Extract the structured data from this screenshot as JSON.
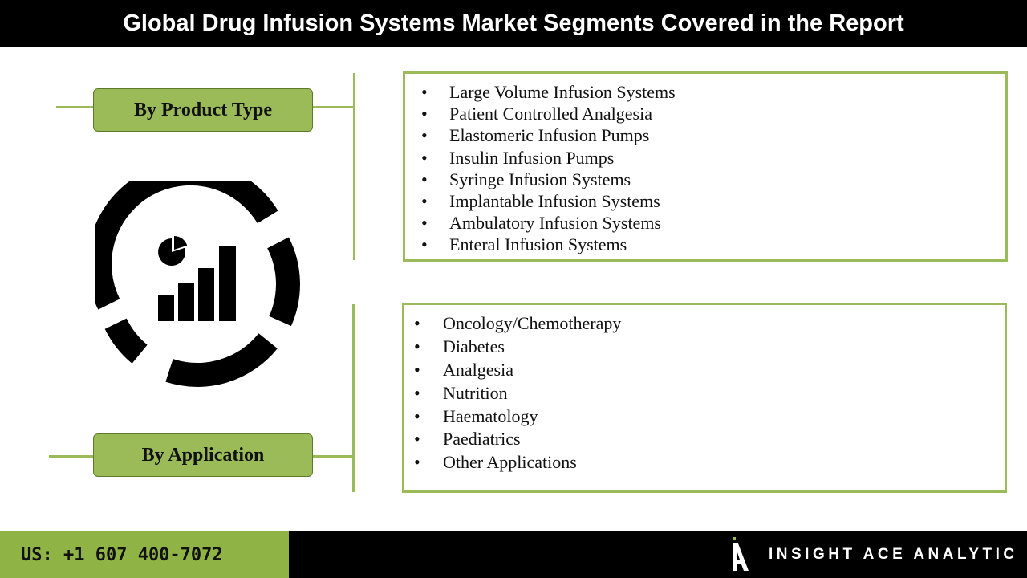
{
  "title": "Global Drug Infusion Systems Market Segments Covered in the Report",
  "segments": [
    {
      "label": "By Product Type",
      "items": [
        "Large Volume Infusion Systems",
        "Patient Controlled Analgesia",
        "Elastomeric Infusion Pumps",
        "Insulin Infusion Pumps",
        "Syringe Infusion Systems",
        "Implantable Infusion Systems",
        "Ambulatory Infusion Systems",
        "Enteral Infusion Systems"
      ]
    },
    {
      "label": "By Application",
      "items": [
        "Oncology/Chemotherapy",
        "Diabetes",
        "Analgesia",
        "Nutrition",
        "Haematology",
        "Paediatrics",
        "Other Applications"
      ]
    }
  ],
  "bullet": "•",
  "center_icon": "analytics-chart-icon",
  "brand_logo_icon": "insight-ace-logo-icon",
  "footer": {
    "phone": "US: +1 607 400-7072",
    "brand": "INSIGHT ACE ANALYTIC"
  },
  "colors": {
    "accent_green": "#9bbb59",
    "footer_green": "#8fb445",
    "dark": "#000000"
  }
}
